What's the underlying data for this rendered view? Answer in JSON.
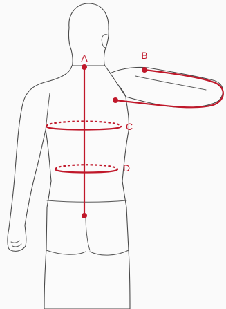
{
  "labels": {
    "a": "A",
    "b": "B",
    "c": "C",
    "d": "D"
  },
  "colors": {
    "measure": "#c0182a",
    "outline": "#4a4a4a",
    "background": "#fafafa"
  }
}
